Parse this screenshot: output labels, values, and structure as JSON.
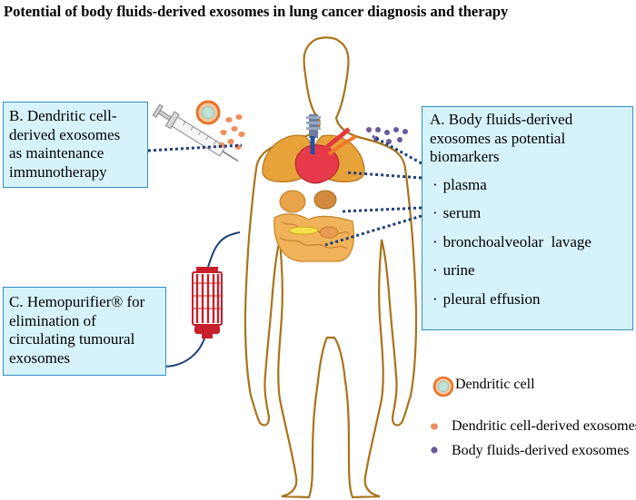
{
  "title": "Potential of body fluids-derived exosomes in lung cancer diagnosis and therapy",
  "box_b": {
    "lines": [
      "B. Dendritic cell-",
      "derived exosomes",
      "as maintenance",
      "immunotherapy"
    ]
  },
  "box_c": {
    "lines": [
      "C. Hemopurifier® for",
      "elimination of",
      "circulating tumoural",
      "exosomes"
    ]
  },
  "box_a": {
    "heading_lines": [
      "A. Body fluids-derived",
      "exosomes as potential",
      "biomarkers"
    ],
    "bullet": "·",
    "items": [
      "plasma",
      "serum",
      "bronchoalveolar  lavage",
      "urine",
      "pleural effusion"
    ]
  },
  "legend": {
    "dendritic_cell": "Dendritic cell",
    "dc_exosomes": "Dendritic cell-derived exosomes",
    "bf_exosomes": "Body fluids-derived exosomes"
  },
  "colors": {
    "box_fill": "#d6f3fb",
    "box_border": "#2e8ec4",
    "connector": "#1f3f7a",
    "body_outline": "#a8731a",
    "dc_exosome": "#ef8f5e",
    "bf_exosome": "#6b5b9a",
    "dendritic_cell_ring": "#e8742c"
  }
}
